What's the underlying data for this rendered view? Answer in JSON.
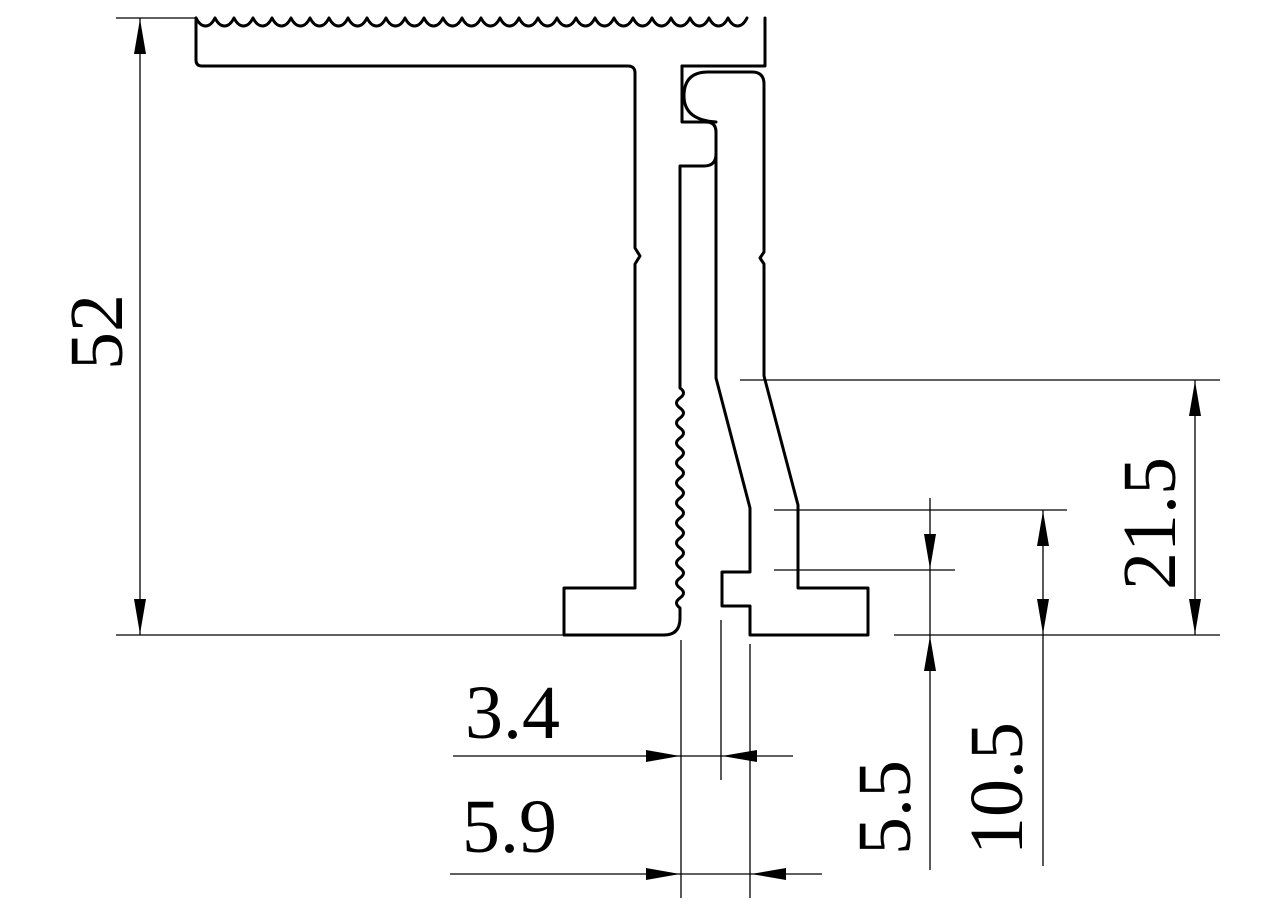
{
  "drawing": {
    "type": "aluminium extrusion profile cross-section",
    "line_color": "#000000",
    "background": "#ffffff"
  },
  "dimensions": {
    "overall_height": {
      "label": "52",
      "orientation": "vertical"
    },
    "upper_step_height": {
      "label": "21.5",
      "orientation": "vertical"
    },
    "foot_height": {
      "label": "10.5",
      "orientation": "vertical"
    },
    "tab_height": {
      "label": "5.5",
      "orientation": "vertical"
    },
    "slot_width": {
      "label": "3.4",
      "orientation": "horizontal"
    },
    "base_gap_width": {
      "label": "5.9",
      "orientation": "horizontal"
    }
  }
}
